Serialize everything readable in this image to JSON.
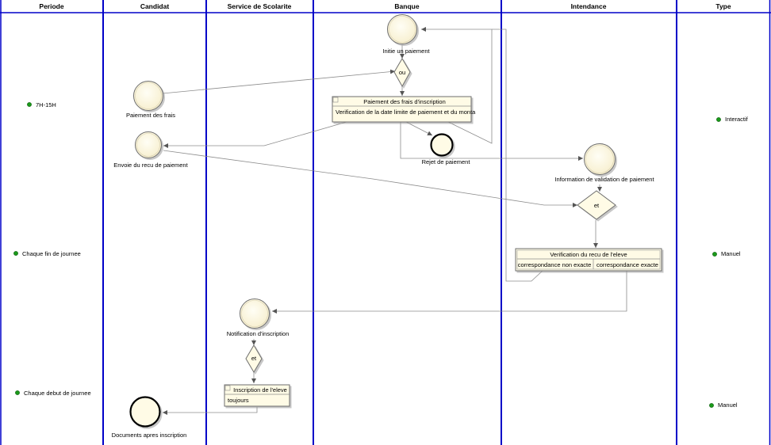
{
  "lanes": {
    "periode": "Periode",
    "candidat": "Candidat",
    "scolarite": "Service de Scolarite",
    "banque": "Banque",
    "intendance": "Intendance",
    "type": "Type"
  },
  "periods": {
    "p1": "7H-15H",
    "p2": "Chaque fin de journee",
    "p3": "Chaque debut de journee"
  },
  "types": {
    "t1": "Interactif",
    "t2": "Manuel",
    "t3": "Manuel"
  },
  "events": {
    "initier_paiement": "Initie un paiement",
    "paiement_frais": "Paiement des frais",
    "envoie_recu": "Envoie du recu de paiement",
    "rejet": "Rejet de paiement",
    "information_validation": "Information de validation de paiement",
    "notification": "Notification d'inscription",
    "documents": "Documents apres inscription"
  },
  "gateways": {
    "ou": "ou",
    "et_intendance": "et",
    "et_scolarite": "et"
  },
  "operations": {
    "paiement_inscription": {
      "title": "Paiement des frais d'inscription",
      "rule": "Verification de la date limite de paiement et du monta"
    },
    "verification_recu": {
      "title": "Verification du recu de l'eleve",
      "out_left": "correspondance non exacte",
      "out_right": "correspondance exacte"
    },
    "inscription_eleve": {
      "title": "Inscription de l'eleve",
      "rule": "toujours"
    }
  },
  "colors": {
    "lane_line": "#0000c8",
    "node_fill": "#fffbe6",
    "node_stroke": "#6e6e6e",
    "flow": "#8c8c8c",
    "bullet": "#1a9a1a"
  }
}
